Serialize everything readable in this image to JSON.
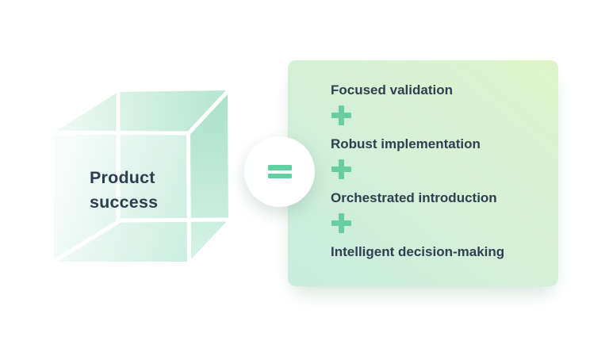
{
  "colors": {
    "accent_green": "#68cda1",
    "text_dark": "#2d3e50",
    "panel_gradient_start": "#c8ecdf",
    "panel_gradient_end": "#def4ca",
    "cube_mint": "#b7e6d1",
    "background": "#ffffff"
  },
  "cube": {
    "label": "Product\nsuccess"
  },
  "equation": {
    "equals_symbol": "=",
    "plus_symbol": "+"
  },
  "panel": {
    "items": [
      "Focused validation",
      "Robust implementation",
      "Orchestrated introduction",
      "Intelligent decision-making"
    ]
  }
}
